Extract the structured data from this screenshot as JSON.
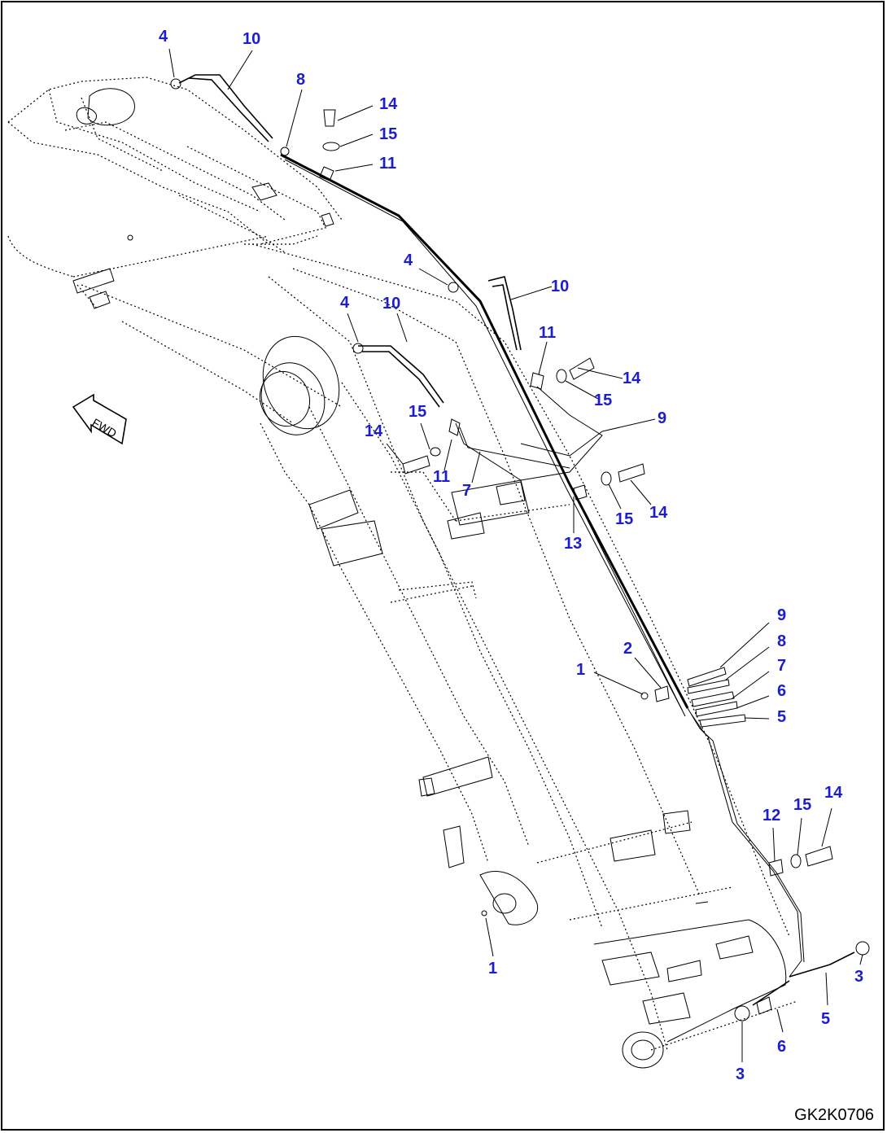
{
  "drawing_code": "GK2K0706",
  "fwd_label": "FWD",
  "callout_color": "#1c1cd0",
  "callouts": [
    {
      "id": "c1",
      "text": "4"
    },
    {
      "id": "c2",
      "text": "10"
    },
    {
      "id": "c3",
      "text": "8"
    },
    {
      "id": "c4",
      "text": "14"
    },
    {
      "id": "c5",
      "text": "15"
    },
    {
      "id": "c6",
      "text": "11"
    },
    {
      "id": "c7",
      "text": "4"
    },
    {
      "id": "c8",
      "text": "10"
    },
    {
      "id": "c9",
      "text": "4"
    },
    {
      "id": "c10",
      "text": "10"
    },
    {
      "id": "c11",
      "text": "11"
    },
    {
      "id": "c12",
      "text": "14"
    },
    {
      "id": "c13",
      "text": "15"
    },
    {
      "id": "c14",
      "text": "9"
    },
    {
      "id": "c15",
      "text": "15"
    },
    {
      "id": "c16",
      "text": "14"
    },
    {
      "id": "c17",
      "text": "11"
    },
    {
      "id": "c18",
      "text": "7"
    },
    {
      "id": "c19",
      "text": "15"
    },
    {
      "id": "c20",
      "text": "14"
    },
    {
      "id": "c21",
      "text": "13"
    },
    {
      "id": "c22",
      "text": "9"
    },
    {
      "id": "c23",
      "text": "8"
    },
    {
      "id": "c24",
      "text": "7"
    },
    {
      "id": "c25",
      "text": "6"
    },
    {
      "id": "c26",
      "text": "5"
    },
    {
      "id": "c27",
      "text": "2"
    },
    {
      "id": "c28",
      "text": "1"
    },
    {
      "id": "c29",
      "text": "12"
    },
    {
      "id": "c30",
      "text": "15"
    },
    {
      "id": "c31",
      "text": "14"
    },
    {
      "id": "c32",
      "text": "1"
    },
    {
      "id": "c33",
      "text": "3"
    },
    {
      "id": "c34",
      "text": "5"
    },
    {
      "id": "c35",
      "text": "6"
    },
    {
      "id": "c36",
      "text": "3"
    }
  ]
}
